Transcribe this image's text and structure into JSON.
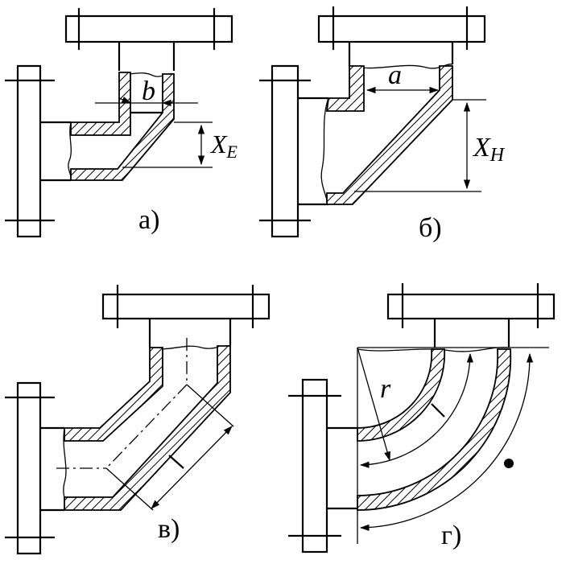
{
  "panels": [
    {
      "id": "a",
      "caption": "а)",
      "dimension": "b",
      "offset_label": "X",
      "offset_sub": "E"
    },
    {
      "id": "b",
      "caption": "б)",
      "dimension": "a",
      "offset_label": "X",
      "offset_sub": "Н"
    },
    {
      "id": "v",
      "caption": "в)"
    },
    {
      "id": "g",
      "caption": "г)",
      "dimension": "r"
    }
  ]
}
